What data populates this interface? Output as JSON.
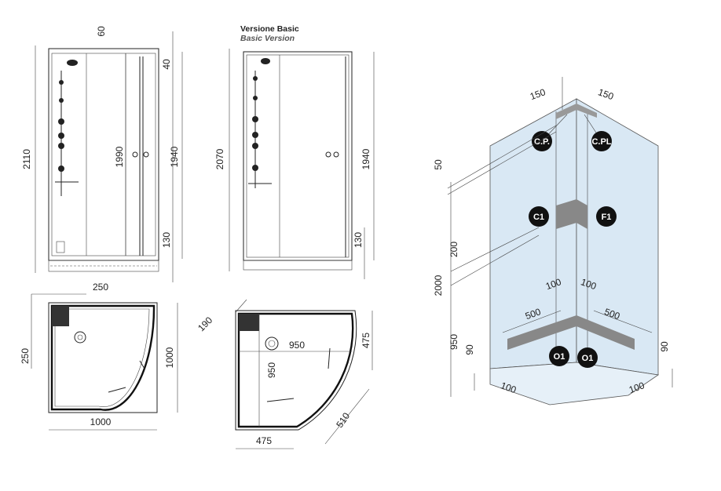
{
  "front_view": {
    "dims": {
      "top": "60",
      "upper": "40",
      "total_height": "2110",
      "door_height": "1990",
      "side_height": "1940",
      "tray": "130"
    }
  },
  "basic_version": {
    "title": "Versione Basic",
    "subtitle": "Basic Version",
    "dims": {
      "total_height": "2070",
      "side_height": "1940",
      "tray": "130"
    }
  },
  "plan_left": {
    "dims": {
      "top_offset": "250",
      "left_offset": "250",
      "depth": "1000",
      "width": "1000"
    }
  },
  "plan_right": {
    "dims": {
      "corner": "190",
      "width": "950",
      "depth": "950",
      "side": "475",
      "bottom": "475",
      "diagonal": "510"
    }
  },
  "install": {
    "labels": {
      "cp": "C.P.",
      "cpl": "C.PL",
      "c1": "C1",
      "f1": "F1",
      "o1_left": "O1",
      "o1_right": "O1"
    },
    "dims": {
      "top_left": "150",
      "top_right": "150",
      "top_gap": "50",
      "mid": "200",
      "height": "2000",
      "low": "950",
      "inner_left": "100",
      "inner_right": "100",
      "side_left": "500",
      "side_right": "500",
      "base_left": "90",
      "base_right": "90",
      "floor_left": "100",
      "floor_right": "100"
    }
  }
}
